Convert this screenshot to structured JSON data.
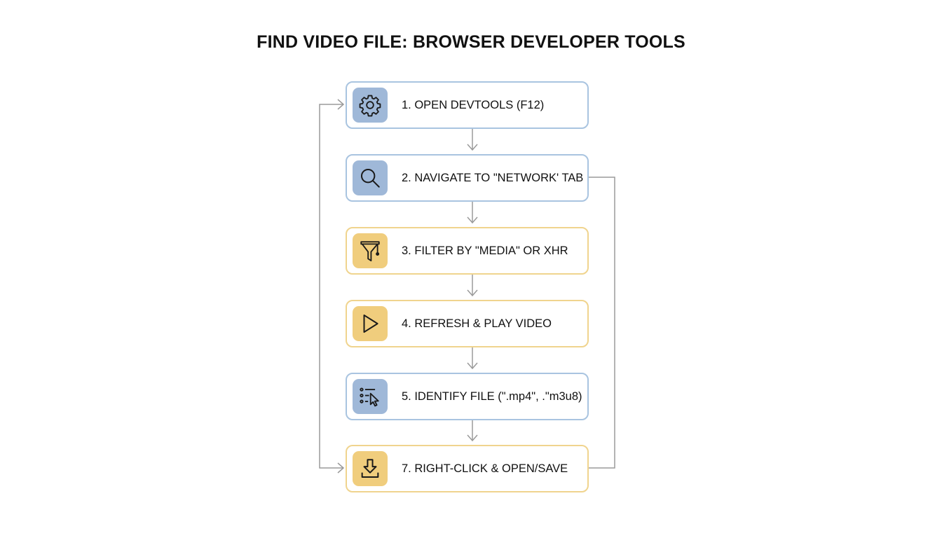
{
  "title": "FIND VIDEO FILE: BROWSER DEVELOPER TOOLS",
  "steps": [
    {
      "label": "1. OPEN DEVTOOLS (F12)",
      "icon": "gear-icon",
      "color": "blue"
    },
    {
      "label": "2. NAVIGATE TO \"NETWORK' TAB",
      "icon": "search-icon",
      "color": "blue"
    },
    {
      "label": "3. FILTER BY \"MEDIA\" OR XHR",
      "icon": "filter-funnel-icon",
      "color": "gold"
    },
    {
      "label": "4. REFRESH & PLAY VIDEO",
      "icon": "play-icon",
      "color": "gold"
    },
    {
      "label": "5. IDENTIFY FILE (\".mp4\", .\"m3u8)",
      "icon": "list-cursor-icon",
      "color": "blue"
    },
    {
      "label": "7. RIGHT-CLICK & OPEN/SAVE",
      "icon": "download-icon",
      "color": "gold"
    }
  ],
  "colors": {
    "blue_border": "#a9c4e0",
    "blue_tile": "#9fb8d8",
    "gold_border": "#f0d48e",
    "gold_tile": "#f0cd7d",
    "connector": "#9a9a9a"
  }
}
